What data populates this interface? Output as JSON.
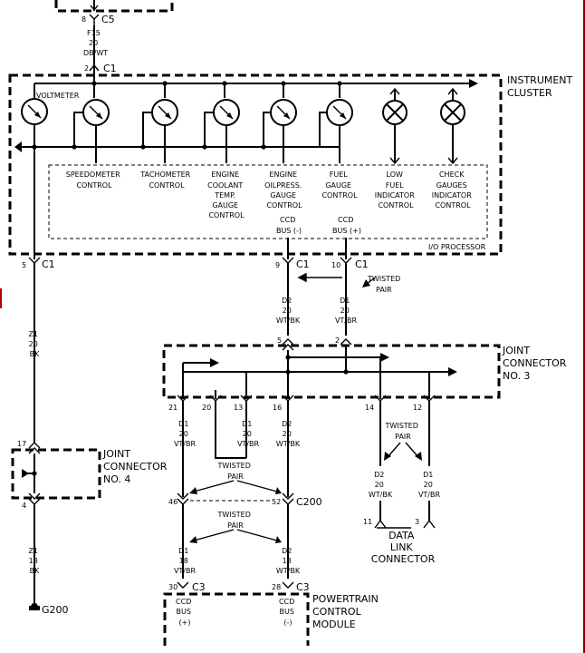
{
  "top": {
    "connector_pin": "8",
    "connector_name": "C5",
    "fuse": "F15",
    "gauge": "20",
    "color": "DB/WT",
    "c1_pin": "2",
    "c1_name": "C1"
  },
  "cluster": {
    "title_line1": "INSTRUMENT",
    "title_line2": "CLUSTER",
    "voltmeter": "VOLTMETER",
    "processor": "I/O PROCESSOR",
    "controls": [
      [
        "SPEEDOMETER",
        "CONTROL"
      ],
      [
        "TACHOMETER",
        "CONTROL"
      ],
      [
        "ENGINE",
        "COOLANT",
        "TEMP.",
        "GAUGE",
        "CONTROL"
      ],
      [
        "ENGINE",
        "OILPRESS.",
        "GAUGE",
        "CONTROL"
      ],
      [
        "FUEL",
        "GAUGE",
        "CONTROL"
      ],
      [
        "LOW",
        "FUEL",
        "INDICATOR",
        "CONTROL"
      ],
      [
        "CHECK",
        "GAUGES",
        "INDICATOR",
        "CONTROL"
      ]
    ],
    "ccd_minus": [
      "CCD",
      "BUS (-)"
    ],
    "ccd_plus": [
      "CCD",
      "BUS (+)"
    ]
  },
  "c1_pins": [
    {
      "pin": "5",
      "name": "C1"
    },
    {
      "pin": "9",
      "name": "C1"
    },
    {
      "pin": "10",
      "name": "C1"
    }
  ],
  "twisted_pair_label": [
    "TWISTED",
    "PAIR"
  ],
  "wires": {
    "z1_upper": [
      "Z1",
      "20",
      "BK"
    ],
    "d2_upper": [
      "D2",
      "20",
      "WT/BK"
    ],
    "d1_upper": [
      "D1",
      "20",
      "VT/BR"
    ],
    "d1_a": [
      "D1",
      "20",
      "VT/BR"
    ],
    "d1_b": [
      "D1",
      "20",
      "VT/BR"
    ],
    "d2_c": [
      "D2",
      "20",
      "WT/BK"
    ],
    "d2_dlc": [
      "D2",
      "20",
      "WT/BK"
    ],
    "d1_dlc": [
      "D1",
      "20",
      "VT/BR"
    ],
    "z1_lower": [
      "Z1",
      "18",
      "BK"
    ],
    "d1_lower": [
      "D1",
      "18",
      "VT/BR"
    ],
    "d2_lower": [
      "D2",
      "18",
      "WT/BK"
    ]
  },
  "jc3": {
    "title": [
      "JOINT",
      "CONNECTOR",
      "NO. 3"
    ],
    "top_pins": [
      "5",
      "2"
    ],
    "bottom_pins": [
      "21",
      "20",
      "13",
      "16",
      "14",
      "12"
    ]
  },
  "jc4": {
    "title": [
      "JOINT",
      "CONNECTOR",
      "NO. 4"
    ],
    "pin_top": "17",
    "pin_bottom": "4"
  },
  "c200": {
    "pin_left": "46",
    "pin_right": "52",
    "name": "C200"
  },
  "dlc": {
    "pin_left": "11",
    "pin_right": "3",
    "title": [
      "DATA",
      "LINK",
      "CONNECTOR"
    ]
  },
  "pcm": {
    "pins": [
      {
        "pin": "30",
        "name": "C3"
      },
      {
        "pin": "28",
        "name": "C3"
      }
    ],
    "bus_plus": [
      "CCD",
      "BUS",
      "(+)"
    ],
    "bus_minus": [
      "CCD",
      "BUS",
      "(-)"
    ],
    "title": [
      "POWERTRAIN",
      "CONTROL",
      "MODULE"
    ]
  },
  "ground": "G200"
}
